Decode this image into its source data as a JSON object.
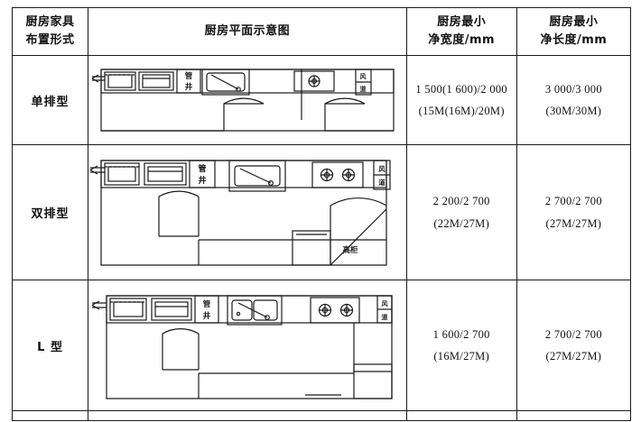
{
  "table": {
    "columns": [
      {
        "id": "furniture_layout_type",
        "header_lines": [
          "厨房家具",
          "布置形式"
        ]
      },
      {
        "id": "kitchen_plan_diagram",
        "header_lines": [
          "厨房平面示意图"
        ]
      },
      {
        "id": "min_net_width",
        "header_lines": [
          "厨房最小",
          "净宽度/mm"
        ]
      },
      {
        "id": "min_net_length",
        "header_lines": [
          "厨房最小",
          "净长度/mm"
        ]
      }
    ],
    "rows": [
      {
        "type_label": "单排型",
        "diagram": "single-row-kitchen-plan",
        "diagram_labels": [
          "管井"
        ],
        "min_net_width": {
          "value": "1 500(1 600)/2 000",
          "module": "(15M(16M)/20M)"
        },
        "min_net_length": {
          "value": "3 000/3 000",
          "module": "(30M/30M)"
        }
      },
      {
        "type_label": "双排型",
        "diagram": "double-row-kitchen-plan",
        "diagram_labels": [
          "管井",
          "风道",
          "高柜"
        ],
        "min_net_width": {
          "value": "2 200/2 700",
          "module": "(22M/27M)"
        },
        "min_net_length": {
          "value": "2 700/2 700",
          "module": "(27M/27M)"
        }
      },
      {
        "type_label": "L 型",
        "diagram": "l-shaped-kitchen-plan",
        "diagram_labels": [
          "管井",
          "风道"
        ],
        "min_net_width": {
          "value": "1 600/2 700",
          "module": "(16M/27M)"
        },
        "min_net_length": {
          "value": "2 700/2 700",
          "module": "(27M/27M)"
        }
      },
      {
        "type_label": "",
        "diagram": "",
        "diagram_labels": [],
        "min_net_width": {
          "value": "",
          "module": ""
        },
        "min_net_length": {
          "value": "",
          "module": ""
        }
      }
    ]
  },
  "diagram_text": {
    "pipe_shaft_char1": "管",
    "pipe_shaft_char2": "井",
    "air_duct_char1": "风",
    "air_duct_char2": "道",
    "tall_cabinet": "高柜"
  },
  "colors": {
    "ink": "#1a1a1a",
    "paper": "#ffffff"
  }
}
